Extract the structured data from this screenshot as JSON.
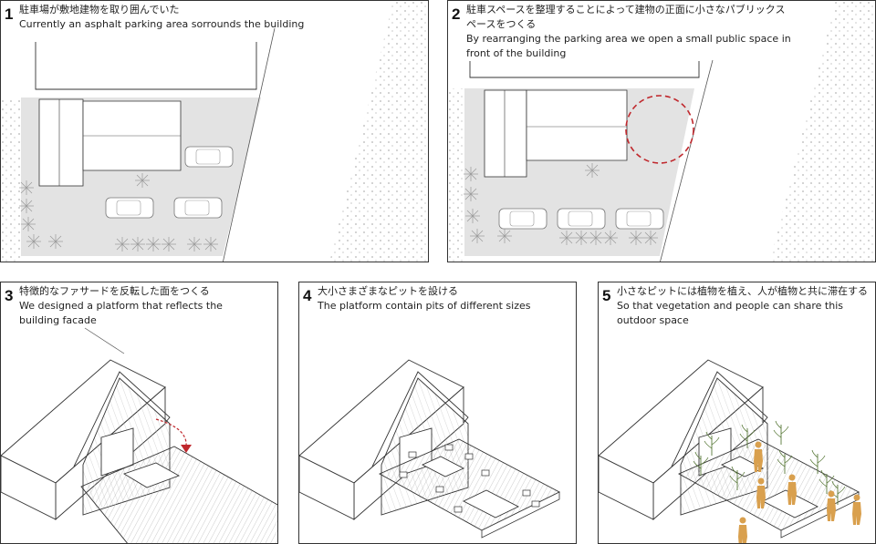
{
  "steps": [
    {
      "number": "1",
      "jp": "駐車場が敷地建物を取り囲んでいた",
      "en": [
        "Currently an asphalt parking area sorrounds the building"
      ]
    },
    {
      "number": "2",
      "jp": "駐車スペースを整理することによって建物の正面に小さなパブリックス",
      "jp2": "ペースをつくる",
      "en": [
        "By rearranging the parking area we open a small public space in",
        "front of the building"
      ]
    },
    {
      "number": "3",
      "jp": "特徴的なファサードを反転した面をつくる",
      "en": [
        "We designed a platform that reflects the",
        "building facade"
      ]
    },
    {
      "number": "4",
      "jp": "大小さまざまなピットを設ける",
      "en": [
        "The platform contain pits of different sizes"
      ]
    },
    {
      "number": "5",
      "jp": "小さなピットには植物を植え、人が植物と共に滞在する",
      "en": [
        "So that vegetation and people can share this",
        "outdoor space"
      ]
    }
  ],
  "colors": {
    "public_space_circle": "#c0282d",
    "rotate_arrow": "#c0282d",
    "people": "#d9a04e",
    "plants": "#5a7a3a",
    "asphalt": "#e3e3e3"
  },
  "icons": [
    "car-icon",
    "tree-icon",
    "person-icon",
    "plant-icon",
    "rotate-arrow-icon"
  ]
}
